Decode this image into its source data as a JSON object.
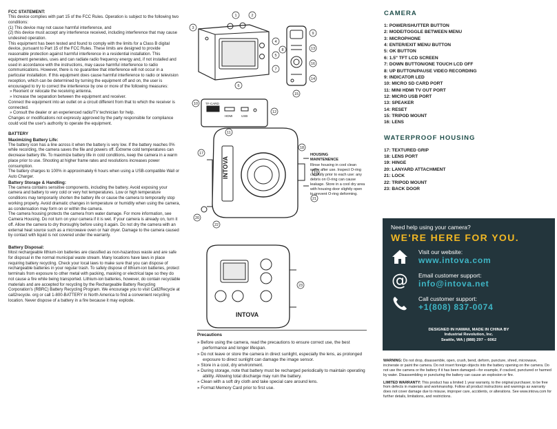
{
  "fcc": {
    "heading": "FCC STATEMENT:",
    "p1": "This device complies with part 15 of the FCC Rules. Operation is subject to the following two conditions:",
    "p2": "(1) This device may not cause harmful interference, and",
    "p3": "(2) this device must accept any interference received, including interference that may cause undesired operation.",
    "p4": "This equipment has been tested and found to comply with the limits for a Class B digital device, pursuant to Part 15 of the FCC Rules. These limits are designed to provide reasonable protection against harmful interference in a residential installation. This equipment generates, uses and can radiate radio frequency energy and, if not installed and used in accordance with the instructions, may cause harmful interference to radio communications. However, there is no guarantee that interference will not occur in a particular installation. If this equipment does cause harmful interference to radio or television reception, which can be determined by turning the equipment off and on, the user is encouraged to try to correct the interference by one or more of the following measures:",
    "b1": "»  Reorient or relocate the receiving antenna.",
    "b2": "»  Increase the separation between the equipment and receiver.",
    "p5": "Connect the equipment into an outlet on a circuit different from that to which the receiver is connected.",
    "b3": "»  Consult the dealer or an experienced radio/TV technician for help.",
    "p6": "Changes or modifications not expressly approved by the party responsible for compliance could void the user's authority to operate the equipment."
  },
  "battery": {
    "heading": "BATTERY",
    "sub1": "Maximizing Battery Life:",
    "p1": "The battery icon has a line across it when the battery is very low. If the battery reaches 0% while recording, the camera saves the file and powers off. Extreme cold temperatures can decrease battery life. To maximize battery life in cold conditions, keep the camera in a warm place prior to use. Shooting at higher frame rates and resolutions increases power consumption.",
    "p2": "The battery charges to 100% in approximately 6 hours when using a USB-compatible Wall or Auto Charger.",
    "sub2": "Battery Storage & Handling:",
    "p3": "The camera contains sensitive components, including the battery. Avoid exposing your camera and battery to very cold or very hot temperatures. Low or high temperature conditions may temporarily shorten the battery life or cause the camera to temporarily stop working properly. Avoid dramatic changes in temperature or humidity when using the camera, as condensation may form on or within the camera.",
    "p4": "The camera housing protects the camera from water damage. For more information, see Camera Housing. Do not turn on your camera if it is wet. If your camera is already on, turn it off. Allow the camera to dry thoroughly before using it again. Do not dry the camera with an external heat source such as a microwave oven or hair dryer. Damage to the camera caused by contact with liquid is not covered under the warranty.",
    "sub3": "Battery Disposal:",
    "p5": "Most rechargeable lithium-ion batteries are classified as non-hazardous waste and are safe for disposal in the normal municipal waste stream. Many locations have laws in place requiring battery recycling. Check your local laws to make sure that you can dispose of rechargeable batteries in your regular trash. To safely dispose of lithium-ion batteries, protect terminals from exposure to other metal with packing, masking or electrical tape so they do not cause a fire while being transported. Lithium-ion batteries, however, do contain recyclable materials and are accepted for recycling by the Rechargeable Battery Recycling Corporation's (RBRC) Battery Recycling Program. We encourage you to visit Call2Recycle at call2recycle. org or call 1-800-BATTERY in North America to find a convenient recycling location. Never dispose of a battery in a fire because it may explode."
  },
  "housing_maint": {
    "heading1": "HOUSING",
    "heading2": "MAINTENENCE",
    "text": "Rinse housing in cool clean water after use. Inspect O-ring carefully prior to each use: any debris on O-ring can cause leakage. Store in a cool dry area with housing door slightly open to prevent O-ring deforming."
  },
  "diagram_labels": {
    "logo1": "INTOVA",
    "logo2": "INTOVA",
    "tf": "TF-CARD",
    "hdmi": "HDMI",
    "usb": "USB",
    "callouts": [
      "1",
      "2",
      "3",
      "4",
      "5",
      "6",
      "7",
      "8",
      "9",
      "10",
      "11",
      "12",
      "13",
      "14",
      "15",
      "16",
      "17",
      "18",
      "19",
      "20",
      "21",
      "22",
      "23"
    ]
  },
  "precautions": {
    "heading": "Precautions",
    "items": [
      "»  Before using the camera, read the precautions to ensure correct use, the best performance and longer lifespan.",
      "»  Do not leave or store the camera in direct sunlight, especially the lens, as prolonged exposure to direct sunlight can damage the image sensor.",
      "»  Store in a cool, dry environment.",
      "»  During storage, note that battery must be recharged periodically to maintain operating ability. Allowing total discharge may ruin the battery.",
      "»  Clean with a soft dry cloth and take special care around lens.",
      "»  Format Memory Card prior to first use."
    ]
  },
  "camera": {
    "title": "CAMERA",
    "items": [
      "1: POWER/SHUTTER BUTTON",
      "2: MODE/TOGGLE BETWEEN MENU",
      "3: MICROPHONE",
      "4: ENTER/EXIT MENU BUTTON",
      "5: OK BUTTON",
      "6: 1.5\" TFT LCD SCREEN",
      "7: DOWN BUTTON/ONE TOUCH LCD OFF",
      "8: UP BUTTON/PAUSE VIDEO RECORDING",
      "9: INDICATOR LED",
      "10: MICRO SD CARD PORT",
      "11: MINI HDMI TV OUT PORT",
      "12: MICRO USB PORT",
      "13: SPEAKER",
      "14: RESET",
      "15: TRIPOD MOUNT",
      "16: LENS"
    ]
  },
  "housing": {
    "title": "WATERPROOF HOUSING",
    "items": [
      "17: TEXTURED GRIP",
      "18: LENS PORT",
      "19: HINGE",
      "20: LANYARD ATTACHMENT",
      "21: LOCK",
      "22: TRIPOD MOUNT",
      "23: BACK DOOR"
    ]
  },
  "help": {
    "question": "Need help using your camera?",
    "tagline": "WE'RE HERE FOR YOU.",
    "web_label": "Visit our website:",
    "web_value": "www.intova.com",
    "email_label": "Email customer support:",
    "email_value": "info@intova.net",
    "phone_label": "Call customer support:",
    "phone_value": "+1(808) 837-0074",
    "foot1": "DESIGNED IN HAWAII, MADE IN CHINA BY",
    "foot2": "Industrial Revolution, Inc.",
    "foot3": "Seattle, WA | (888) 297 – 6062"
  },
  "warning": {
    "label": "WARNING:",
    "text": " Do not drop, disassemble, open, crush, bend, deform, puncture, shred, microwave, incinerate or paint the camera. Do not insert foreign objects into the battery opening on the camera. Do not use the camera or the battery if it has been damaged—for example, if cracked, punctured or harmed by water. Disassembling or puncturing the battery can cause an explosion or fire.",
    "lw_label": "LIMITED WARRANTY:",
    "lw_text": " This product has a limited 1 year warranty, to the original purchaser, to be free from defects in materials and workmanship. Follow all product instructions and warnings as warranty does not cover damage due to misuse, improper care, accidents, or alterations. See www.intova.com for further details, limitations, and restrictions."
  },
  "colors": {
    "accent": "#1f4e4a",
    "panel": "#23353c",
    "gold": "#f2b824",
    "cyan": "#3fb6c6"
  }
}
